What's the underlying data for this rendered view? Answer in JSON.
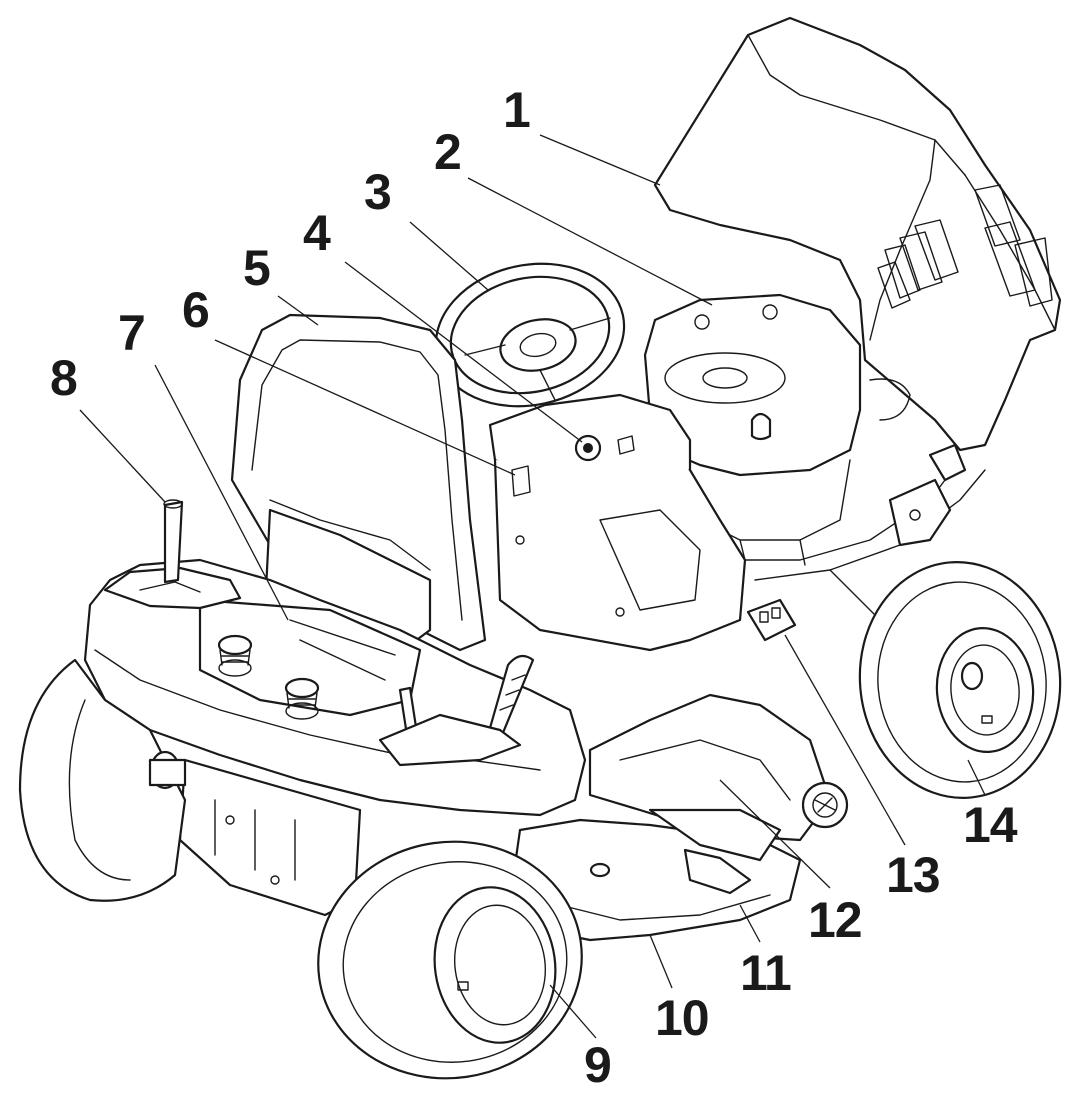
{
  "diagram": {
    "type": "exploded-callout-illustration",
    "line_color": "#1a1a1a",
    "background_color": "#ffffff",
    "callouts": [
      {
        "label": "1"
      },
      {
        "label": "2"
      },
      {
        "label": "3"
      },
      {
        "label": "4"
      },
      {
        "label": "5"
      },
      {
        "label": "6"
      },
      {
        "label": "7"
      },
      {
        "label": "8"
      },
      {
        "label": "9"
      },
      {
        "label": "10"
      },
      {
        "label": "11"
      },
      {
        "label": "12"
      },
      {
        "label": "13"
      },
      {
        "label": "14"
      }
    ]
  }
}
